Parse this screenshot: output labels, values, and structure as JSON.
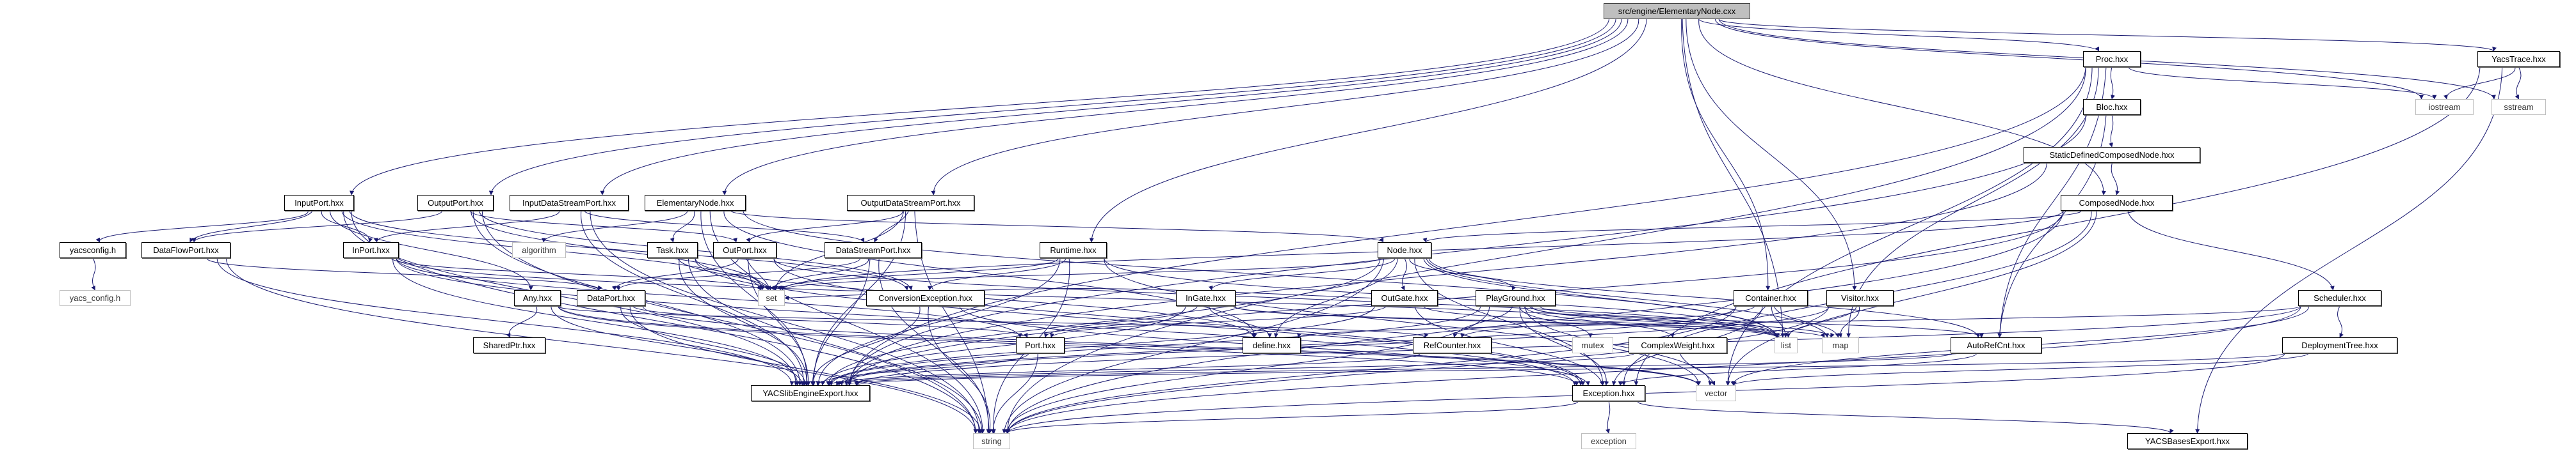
{
  "colors": {
    "edge": "#191970",
    "root_fill": "#bfbfbf",
    "local_border": "#000000",
    "system_border": "#bfbfbf"
  },
  "nodes": {
    "root": {
      "label": "src/engine/ElementaryNode.cxx",
      "kind": "root"
    },
    "InputPort": {
      "label": "InputPort.hxx",
      "kind": "local"
    },
    "OutputPort": {
      "label": "OutputPort.hxx",
      "kind": "local"
    },
    "InputDataStreamPort": {
      "label": "InputDataStreamPort.hxx",
      "kind": "local"
    },
    "ElementaryNode": {
      "label": "ElementaryNode.hxx",
      "kind": "local"
    },
    "OutputDataStreamPort": {
      "label": "OutputDataStreamPort.hxx",
      "kind": "local"
    },
    "yacsconfig": {
      "label": "yacsconfig.h",
      "kind": "local"
    },
    "DataFlowPort": {
      "label": "DataFlowPort.hxx",
      "kind": "local"
    },
    "InPort": {
      "label": "InPort.hxx",
      "kind": "local"
    },
    "algorithm": {
      "label": "algorithm",
      "kind": "system"
    },
    "Task": {
      "label": "Task.hxx",
      "kind": "local"
    },
    "OutPort": {
      "label": "OutPort.hxx",
      "kind": "local"
    },
    "DataStreamPort": {
      "label": "DataStreamPort.hxx",
      "kind": "local"
    },
    "Runtime": {
      "label": "Runtime.hxx",
      "kind": "local"
    },
    "Node": {
      "label": "Node.hxx",
      "kind": "local"
    },
    "yacs_config": {
      "label": "yacs_config.h",
      "kind": "system"
    },
    "Any": {
      "label": "Any.hxx",
      "kind": "local"
    },
    "DataPort": {
      "label": "DataPort.hxx",
      "kind": "local"
    },
    "set": {
      "label": "set",
      "kind": "system"
    },
    "ConversionException": {
      "label": "ConversionException.hxx",
      "kind": "local"
    },
    "InGate": {
      "label": "InGate.hxx",
      "kind": "local"
    },
    "OutGate": {
      "label": "OutGate.hxx",
      "kind": "local"
    },
    "PlayGround": {
      "label": "PlayGround.hxx",
      "kind": "local"
    },
    "Container": {
      "label": "Container.hxx",
      "kind": "local"
    },
    "Visitor": {
      "label": "Visitor.hxx",
      "kind": "local"
    },
    "Scheduler": {
      "label": "Scheduler.hxx",
      "kind": "local"
    },
    "SharedPtr": {
      "label": "SharedPtr.hxx",
      "kind": "local"
    },
    "Port": {
      "label": "Port.hxx",
      "kind": "local"
    },
    "define": {
      "label": "define.hxx",
      "kind": "local"
    },
    "RefCounter": {
      "label": "RefCounter.hxx",
      "kind": "local"
    },
    "mutex": {
      "label": "mutex",
      "kind": "system"
    },
    "ComplexWeight": {
      "label": "ComplexWeight.hxx",
      "kind": "local"
    },
    "list": {
      "label": "list",
      "kind": "system"
    },
    "map": {
      "label": "map",
      "kind": "system"
    },
    "AutoRefCnt": {
      "label": "AutoRefCnt.hxx",
      "kind": "local"
    },
    "DeploymentTree": {
      "label": "DeploymentTree.hxx",
      "kind": "local"
    },
    "YACSlibEngineExport": {
      "label": "YACSlibEngineExport.hxx",
      "kind": "local"
    },
    "Exception": {
      "label": "Exception.hxx",
      "kind": "local"
    },
    "vector": {
      "label": "vector",
      "kind": "system"
    },
    "string": {
      "label": "string",
      "kind": "system"
    },
    "exception": {
      "label": "exception",
      "kind": "system"
    },
    "YACSBasesExport": {
      "label": "YACSBasesExport.hxx",
      "kind": "local"
    },
    "Proc": {
      "label": "Proc.hxx",
      "kind": "local"
    },
    "YacsTrace": {
      "label": "YacsTrace.hxx",
      "kind": "local"
    },
    "Bloc": {
      "label": "Bloc.hxx",
      "kind": "local"
    },
    "iostream": {
      "label": "iostream",
      "kind": "system"
    },
    "sstream": {
      "label": "sstream",
      "kind": "system"
    },
    "StaticDefinedComposedNode": {
      "label": "StaticDefinedComposedNode.hxx",
      "kind": "local"
    },
    "ComposedNode": {
      "label": "ComposedNode.hxx",
      "kind": "local"
    }
  },
  "edges": [
    [
      "root",
      "InputPort"
    ],
    [
      "root",
      "OutputPort"
    ],
    [
      "root",
      "InputDataStreamPort"
    ],
    [
      "root",
      "ElementaryNode"
    ],
    [
      "root",
      "OutputDataStreamPort"
    ],
    [
      "root",
      "Runtime"
    ],
    [
      "root",
      "Container"
    ],
    [
      "root",
      "Visitor"
    ],
    [
      "root",
      "list"
    ],
    [
      "root",
      "Proc"
    ],
    [
      "root",
      "ComposedNode"
    ],
    [
      "root",
      "YacsTrace"
    ],
    [
      "root",
      "iostream"
    ],
    [
      "root",
      "sstream"
    ],
    [
      "InputPort",
      "yacsconfig"
    ],
    [
      "InputPort",
      "DataFlowPort"
    ],
    [
      "InputPort",
      "InPort"
    ],
    [
      "InputPort",
      "Any"
    ],
    [
      "InputPort",
      "set"
    ],
    [
      "InputPort",
      "ConversionException"
    ],
    [
      "InputPort",
      "YACSlibEngineExport"
    ],
    [
      "InputPort",
      "string"
    ],
    [
      "OutputPort",
      "DataFlowPort"
    ],
    [
      "OutputPort",
      "OutPort"
    ],
    [
      "OutputPort",
      "ConversionException"
    ],
    [
      "OutputPort",
      "set"
    ],
    [
      "OutputPort",
      "YACSlibEngineExport"
    ],
    [
      "OutputPort",
      "string"
    ],
    [
      "InputDataStreamPort",
      "InPort"
    ],
    [
      "InputDataStreamPort",
      "DataStreamPort"
    ],
    [
      "InputDataStreamPort",
      "YACSlibEngineExport"
    ],
    [
      "InputDataStreamPort",
      "string"
    ],
    [
      "ElementaryNode",
      "algorithm"
    ],
    [
      "ElementaryNode",
      "Task"
    ],
    [
      "ElementaryNode",
      "Node"
    ],
    [
      "ElementaryNode",
      "define"
    ],
    [
      "ElementaryNode",
      "YACSlibEngineExport"
    ],
    [
      "ElementaryNode",
      "string"
    ],
    [
      "ElementaryNode",
      "list"
    ],
    [
      "OutputDataStreamPort",
      "OutPort"
    ],
    [
      "OutputDataStreamPort",
      "DataStreamPort"
    ],
    [
      "OutputDataStreamPort",
      "set"
    ],
    [
      "OutputDataStreamPort",
      "YACSlibEngineExport"
    ],
    [
      "OutputDataStreamPort",
      "string"
    ],
    [
      "yacsconfig",
      "yacs_config"
    ],
    [
      "DataFlowPort",
      "DataPort"
    ],
    [
      "DataFlowPort",
      "YACSlibEngineExport"
    ],
    [
      "DataFlowPort",
      "string"
    ],
    [
      "InPort",
      "Port"
    ],
    [
      "InPort",
      "set"
    ],
    [
      "InPort",
      "YACSlibEngineExport"
    ],
    [
      "InPort",
      "list"
    ],
    [
      "InPort",
      "Exception"
    ],
    [
      "Task",
      "define"
    ],
    [
      "Task",
      "set"
    ],
    [
      "Task",
      "YACSlibEngineExport"
    ],
    [
      "Task",
      "Exception"
    ],
    [
      "Task",
      "string"
    ],
    [
      "OutPort",
      "DataPort"
    ],
    [
      "OutPort",
      "set"
    ],
    [
      "OutPort",
      "list"
    ],
    [
      "OutPort",
      "Exception"
    ],
    [
      "OutPort",
      "YACSlibEngineExport"
    ],
    [
      "DataStreamPort",
      "DataPort"
    ],
    [
      "DataStreamPort",
      "set"
    ],
    [
      "DataStreamPort",
      "string"
    ],
    [
      "DataStreamPort",
      "YACSlibEngineExport"
    ],
    [
      "Runtime",
      "ConversionException"
    ],
    [
      "Runtime",
      "set"
    ],
    [
      "Runtime",
      "string"
    ],
    [
      "Runtime",
      "vector"
    ],
    [
      "Runtime",
      "list"
    ],
    [
      "Runtime",
      "YACSlibEngineExport"
    ],
    [
      "Node",
      "InGate"
    ],
    [
      "Node",
      "OutGate"
    ],
    [
      "Node",
      "PlayGround"
    ],
    [
      "Node",
      "define"
    ],
    [
      "Node",
      "set"
    ],
    [
      "Node",
      "list"
    ],
    [
      "Node",
      "map"
    ],
    [
      "Node",
      "string"
    ],
    [
      "Node",
      "Exception"
    ],
    [
      "Node",
      "YACSlibEngineExport"
    ],
    [
      "Node",
      "AutoRefCnt"
    ],
    [
      "Any",
      "SharedPtr"
    ],
    [
      "Any",
      "RefCounter"
    ],
    [
      "Any",
      "Exception"
    ],
    [
      "Any",
      "YACSlibEngineExport"
    ],
    [
      "Any",
      "vector"
    ],
    [
      "DataPort",
      "Port"
    ],
    [
      "DataPort",
      "YACSlibEngineExport"
    ],
    [
      "DataPort",
      "string"
    ],
    [
      "DataPort",
      "vector"
    ],
    [
      "ConversionException",
      "Exception"
    ],
    [
      "ConversionException",
      "YACSlibEngineExport"
    ],
    [
      "ConversionException",
      "string"
    ],
    [
      "InGate",
      "Port"
    ],
    [
      "InGate",
      "define"
    ],
    [
      "InGate",
      "list"
    ],
    [
      "InGate",
      "map"
    ],
    [
      "InGate",
      "YACSlibEngineExport"
    ],
    [
      "OutGate",
      "Port"
    ],
    [
      "OutGate",
      "list"
    ],
    [
      "OutGate",
      "set"
    ],
    [
      "OutGate",
      "Exception"
    ],
    [
      "OutGate",
      "YACSlibEngineExport"
    ],
    [
      "PlayGround",
      "RefCounter"
    ],
    [
      "PlayGround",
      "mutex"
    ],
    [
      "PlayGround",
      "ComplexWeight"
    ],
    [
      "PlayGround",
      "list"
    ],
    [
      "PlayGround",
      "map"
    ],
    [
      "PlayGround",
      "vector"
    ],
    [
      "PlayGround",
      "AutoRefCnt"
    ],
    [
      "PlayGround",
      "string"
    ],
    [
      "PlayGround",
      "YACSlibEngineExport"
    ],
    [
      "PlayGround",
      "Exception"
    ],
    [
      "Container",
      "RefCounter"
    ],
    [
      "Container",
      "list"
    ],
    [
      "Container",
      "map"
    ],
    [
      "Container",
      "YACSlibEngineExport"
    ],
    [
      "Container",
      "string"
    ],
    [
      "Container",
      "Exception"
    ],
    [
      "Visitor",
      "list"
    ],
    [
      "Visitor",
      "map"
    ],
    [
      "Visitor",
      "YACSlibEngineExport"
    ],
    [
      "Visitor",
      "string"
    ],
    [
      "Port",
      "YACSlibEngineExport"
    ],
    [
      "Port",
      "string"
    ],
    [
      "RefCounter",
      "YACSlibEngineExport"
    ],
    [
      "ComplexWeight",
      "vector"
    ],
    [
      "ComplexWeight",
      "YACSlibEngineExport"
    ],
    [
      "AutoRefCnt",
      "YACSlibEngineExport"
    ],
    [
      "AutoRefCnt",
      "Exception"
    ],
    [
      "Exception",
      "exception"
    ],
    [
      "Exception",
      "string"
    ],
    [
      "Exception",
      "YACSBasesExport"
    ],
    [
      "Proc",
      "Bloc"
    ],
    [
      "Proc",
      "iostream"
    ],
    [
      "Proc",
      "map"
    ],
    [
      "Proc",
      "string"
    ],
    [
      "Proc",
      "AutoRefCnt"
    ],
    [
      "Proc",
      "YACSlibEngineExport"
    ],
    [
      "Proc",
      "vector"
    ],
    [
      "Bloc",
      "StaticDefinedComposedNode"
    ],
    [
      "Bloc",
      "YACSlibEngineExport"
    ],
    [
      "Bloc",
      "AutoRefCnt"
    ],
    [
      "StaticDefinedComposedNode",
      "ComposedNode"
    ],
    [
      "StaticDefinedComposedNode",
      "YACSlibEngineExport"
    ],
    [
      "ComposedNode",
      "Node"
    ],
    [
      "ComposedNode",
      "Scheduler"
    ],
    [
      "ComposedNode",
      "set"
    ],
    [
      "ComposedNode",
      "string"
    ],
    [
      "ComposedNode",
      "vector"
    ],
    [
      "ComposedNode",
      "YACSlibEngineExport"
    ],
    [
      "ComposedNode",
      "Exception"
    ],
    [
      "Scheduler",
      "DeploymentTree"
    ],
    [
      "Scheduler",
      "define"
    ],
    [
      "Scheduler",
      "YACSlibEngineExport"
    ],
    [
      "Scheduler",
      "string"
    ],
    [
      "Scheduler",
      "vector"
    ],
    [
      "DeploymentTree",
      "YACSlibEngineExport"
    ],
    [
      "DeploymentTree",
      "vector"
    ],
    [
      "DeploymentTree",
      "string"
    ],
    [
      "YacsTrace",
      "iostream"
    ],
    [
      "YacsTrace",
      "sstream"
    ],
    [
      "YacsTrace",
      "Exception"
    ],
    [
      "YacsTrace",
      "YACSBasesExport"
    ]
  ]
}
